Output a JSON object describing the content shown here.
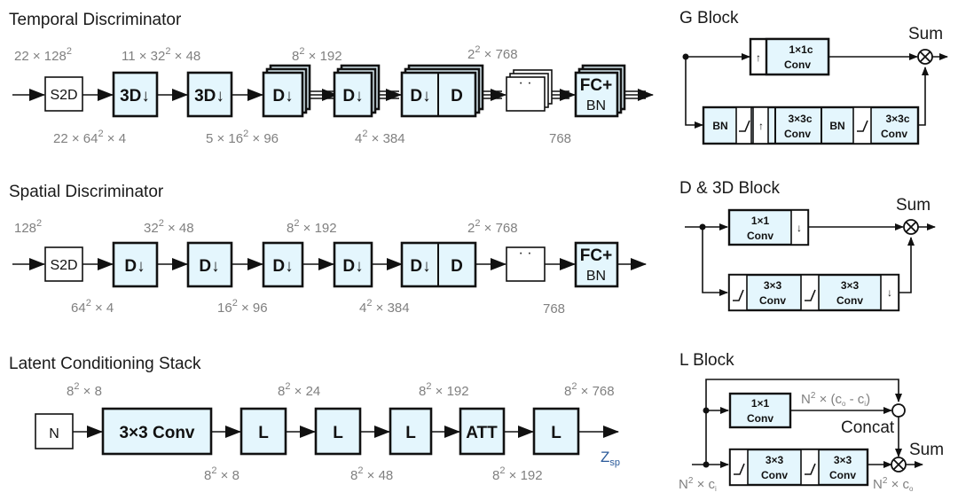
{
  "temporal": {
    "title": "Temporal Discriminator",
    "blocks": [
      "S2D",
      "3D↓",
      "3D↓",
      "D↓",
      "D↓",
      "D↓",
      "D",
      "· ·",
      "FC+",
      "BN"
    ],
    "dims_top": [
      "22 × 128",
      "11 × 32",
      " × 48",
      "8",
      " × 192",
      "2",
      " × 768"
    ],
    "dims_bottom": [
      "22 × 64",
      " × 4",
      "5 × 16",
      " × 96",
      "4",
      " × 384",
      "768"
    ]
  },
  "spatial": {
    "title": "Spatial Discriminator",
    "blocks": [
      "S2D",
      "D↓",
      "D↓",
      "D↓",
      "D↓",
      "D↓",
      "D",
      "· ·",
      "FC+",
      "BN"
    ],
    "dims_top": [
      "128",
      "32",
      " × 48",
      "8",
      " × 192",
      "2",
      " × 768"
    ],
    "dims_bottom": [
      "64",
      " × 4",
      "16",
      " × 96",
      "4",
      " × 384",
      "768"
    ]
  },
  "latent": {
    "title": "Latent Conditioning Stack",
    "blocks": [
      "N",
      "3×3 Conv",
      "L",
      "L",
      "L",
      "ATT",
      "L"
    ],
    "dims_top": [
      "8",
      " × 8",
      "8",
      " × 24",
      "8",
      " × 192",
      "8",
      " × 768"
    ],
    "dims_bottom": [
      "8",
      " × 8",
      "8",
      " × 48",
      "8",
      " × 192"
    ],
    "output": "Z",
    "output_sub": "sp"
  },
  "sup2": "2",
  "g_block": {
    "title": "G Block",
    "sum": "Sum",
    "top": [
      "↑",
      "1×1c",
      "Conv"
    ],
    "bottom": [
      "BN",
      "↑",
      "3×3c",
      "Conv",
      "BN",
      "3×3c",
      "Conv"
    ]
  },
  "d_block": {
    "title": "D & 3D Block",
    "sum": "Sum",
    "top": [
      "1×1",
      "Conv",
      "↓"
    ],
    "bottom": [
      "3×3",
      "Conv",
      "3×3",
      "Conv",
      "↓"
    ]
  },
  "l_block": {
    "title": "L Block",
    "concat": "Concat",
    "sum": "Sum",
    "top": [
      "1×1",
      "Conv"
    ],
    "bottom": [
      "3×3",
      "Conv",
      "3×3",
      "Conv"
    ],
    "label_mid": "N",
    "label_mid_rest": " × (c",
    "label_mid_o": "o",
    "label_mid_minus": " - c",
    "label_mid_i": "i",
    "label_mid_close": ")",
    "label_in": "N",
    "label_in_rest": " × c",
    "label_in_sub": "i",
    "label_out": "N",
    "label_out_rest": " × c",
    "label_out_sub": "o"
  }
}
